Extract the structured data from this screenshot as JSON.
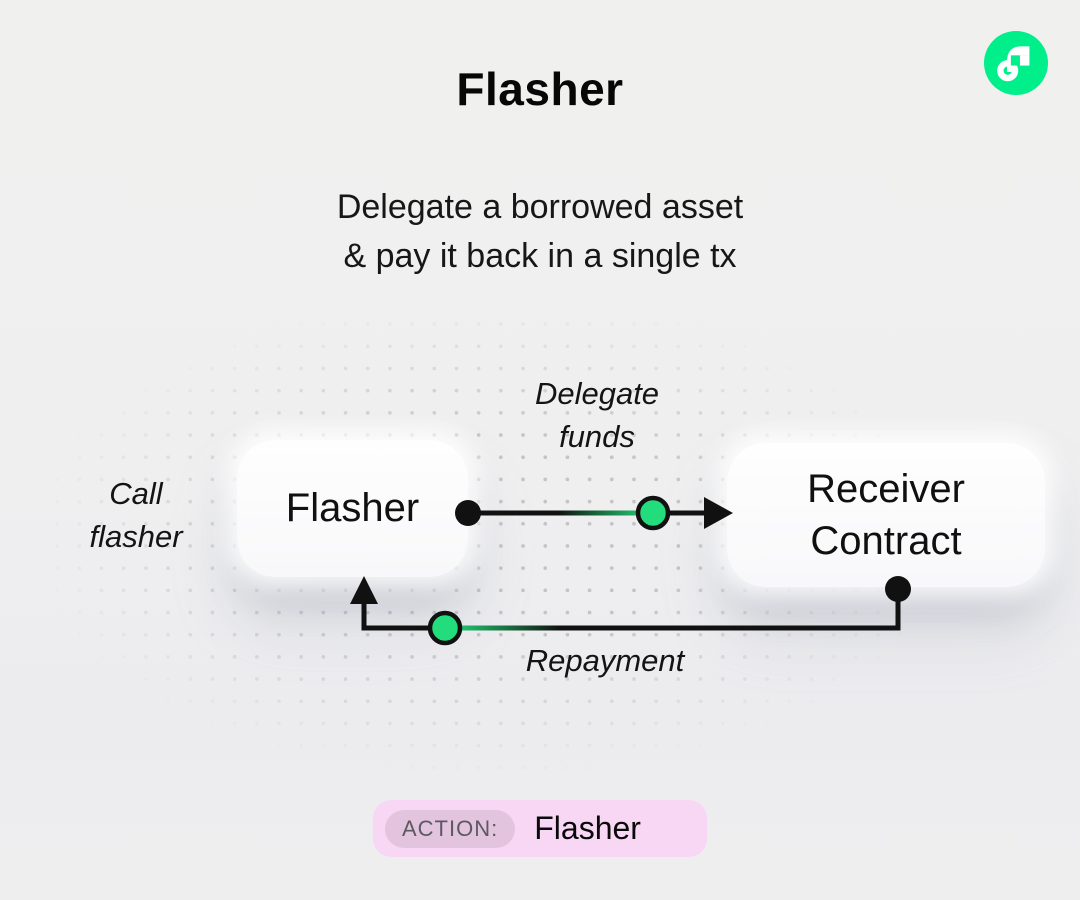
{
  "header": {
    "title": "Flasher",
    "subtitle_line1": "Delegate a borrowed asset",
    "subtitle_line2": "& pay it back in a single tx"
  },
  "logo": {
    "icon": "flow-logo-icon"
  },
  "colors": {
    "background": "#efefef",
    "flow_green": "#00EF8B",
    "token_green": "#23DC7B",
    "line_black": "#111111",
    "box_white": "#fcfcfd",
    "badge_pink": "#f8d7f5",
    "badge_inner_pink": "#e3c4de",
    "action_label_gray": "#5d5961",
    "dot_gray": "#c2c2c6"
  },
  "diagram": {
    "flasher_node": {
      "label": "Flasher"
    },
    "receiver_node": {
      "label_line1": "Receiver",
      "label_line2": "Contract"
    },
    "edge_labels": {
      "call_line1": "Call",
      "call_line2": "flasher",
      "delegate_line1": "Delegate",
      "delegate_line2": "funds",
      "repayment": "Repayment"
    }
  },
  "action_badge": {
    "label": "ACTION:",
    "value": "Flasher"
  }
}
